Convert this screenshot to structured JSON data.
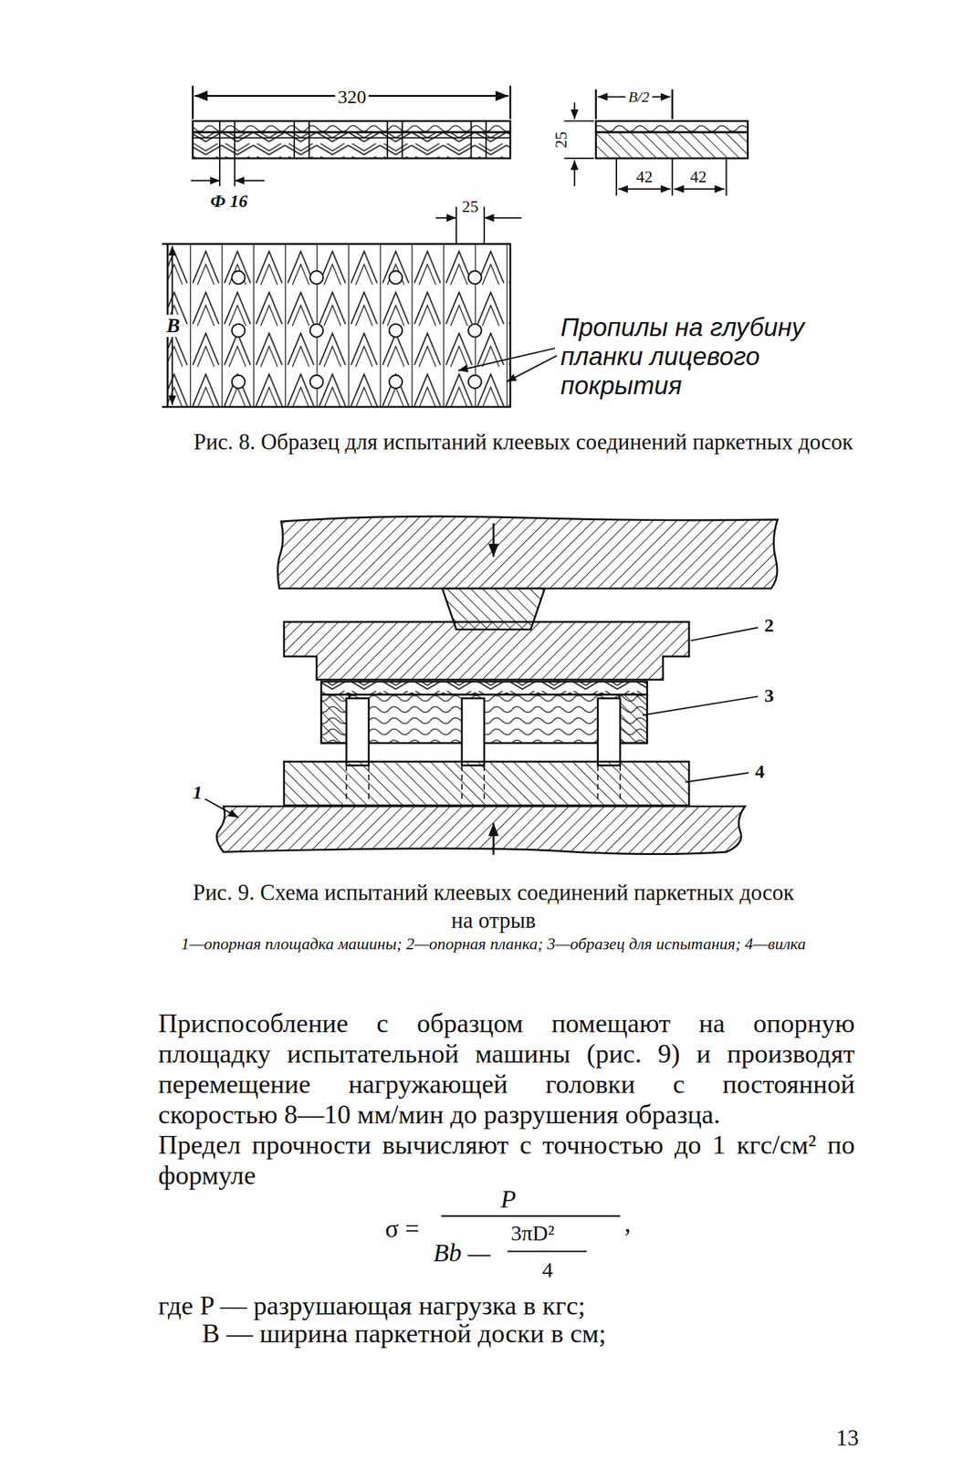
{
  "diagram": {
    "labels": [
      "320",
      "Ф 16",
      "B/2",
      "25",
      "42",
      "42",
      "25",
      "B",
      "Пропилы на глубину планки лицевого покрытия",
      "Рис. 8. Образец для испытаний клеевых соединений паркетных досок",
      "2",
      "3",
      "4",
      "1",
      "Рис. 9. Схема испытаний клеевых соединений паркетных досок на отрыв",
      "1—опорная площадка машины; 2—опорная планка; 3—образец для испытания; 4—вилка",
      "Приспособление с образцом помещают на опорную площадку испытательной машины (рис. 9) и производят перемещение нагружающей головки с постоянной скоростью 8—10 мм/мин до разрушения образца.",
      "Предел прочности вычисляют с точностью до 1 кгс/см² по формуле",
      "σ =",
      "P",
      "Bb —",
      "3πD²",
      "4",
      ",",
      "где P — разрушающая нагрузка в кгс;",
      "B — ширина паркетной доски в см;",
      "13"
    ]
  }
}
